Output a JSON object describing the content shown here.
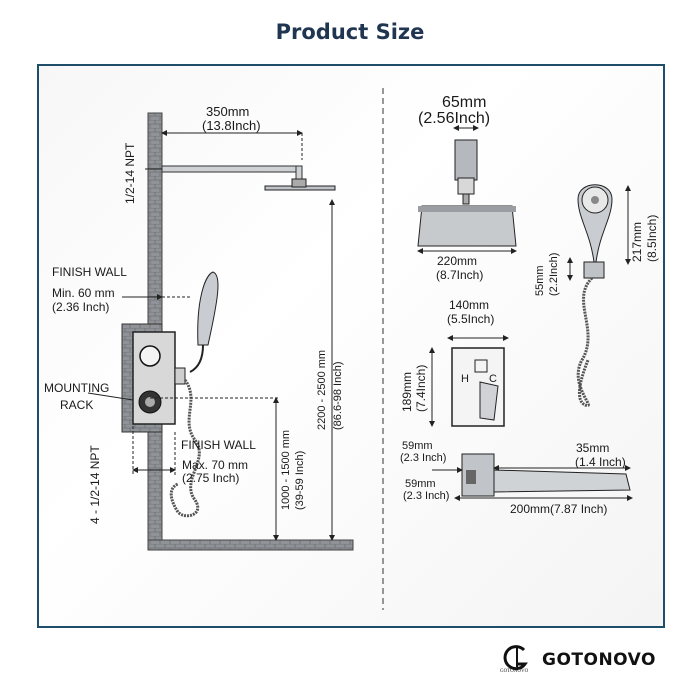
{
  "title": "Product Size",
  "left": {
    "arm_length": "350mm",
    "arm_length_in": "(13.8Inch)",
    "npt_top": "1/2-14 NPT",
    "finish_wall_top": "FINISH   WALL",
    "min_depth": "Min. 60 mm",
    "min_depth_in": "(2.36 Inch)",
    "mounting_rack": "MOUNTING\nRACK",
    "npt_bottom": "4 - 1/2-14 NPT",
    "finish_wall_bottom": "FINISH  WALL",
    "max_depth": "Max. 70 mm",
    "max_depth_in": "(2.75 Inch)",
    "height_overall": "2200 - 2500 mm",
    "height_overall_in": "(86.6-98 Inch)",
    "height_valve": "1000 - 1500 mm",
    "height_valve_in": "(39-59 Inch)"
  },
  "right": {
    "flange_w": "65mm",
    "flange_w_in": "(2.56Inch)",
    "head_w": "220mm",
    "head_w_in": "(8.7Inch)",
    "hand_len": "217mm",
    "hand_len_in": "(8.5Inch)",
    "holder_h": "55mm",
    "holder_h_in": "(2.2Inch)",
    "plate_w": "140mm",
    "plate_w_in": "(5.5Inch)",
    "plate_h": "189mm",
    "plate_h_in": "(7.4Inch)",
    "plate_marks": [
      "H",
      "C"
    ],
    "spout_d": "35mm",
    "spout_d_in": "(1.4 Inch)",
    "spout_base_top": "59mm",
    "spout_base_top_in": "(2.3 Inch)",
    "spout_base": "59mm",
    "spout_base_in": "(2.3 Inch)",
    "spout_len": "200mm(7.87 Inch)"
  },
  "brand": {
    "name": "GOTONOVO",
    "sub": "GOTONOVO"
  }
}
